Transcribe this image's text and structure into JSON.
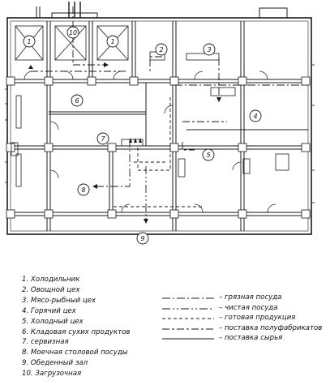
{
  "plan": {
    "room_markers": [
      "1",
      "10",
      "1",
      "2",
      "3",
      "4",
      "5",
      "6",
      "7",
      "8",
      "9"
    ]
  },
  "legend": {
    "rooms": [
      "1. Холодильник",
      "2. Овощной цех",
      "3. Мясо-рыбный цех",
      "4. Горячий цех",
      "5. Холодный цех",
      "6. Кладовая сухих продуктов",
      "7. сервизная",
      "8. Моечная столовой посуды",
      "9. Обеденный зал",
      "10. Загрузочная"
    ],
    "flows": [
      {
        "label": "– грязная посуда",
        "dash": "10 3 2 3"
      },
      {
        "label": "– чистая посуда",
        "dash": "10 3 2 3 2 3"
      },
      {
        "label": "– готовая продукция",
        "dash": "4 3"
      },
      {
        "label": "– поставка полуфабрикатов",
        "dash": "9 3 3 3"
      },
      {
        "label": "– поставка сырья",
        "dash": ""
      }
    ]
  },
  "colors": {
    "ink": "#1a1a1a",
    "paper": "#ffffff"
  }
}
